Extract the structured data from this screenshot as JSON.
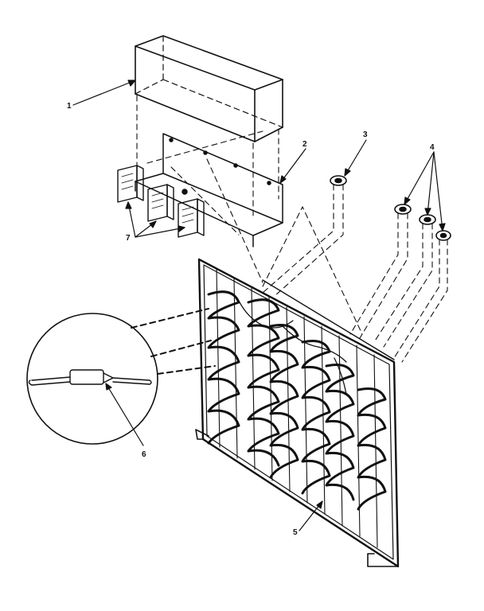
{
  "diagram": {
    "callouts": [
      {
        "id": "1",
        "text": "1",
        "part": "cover"
      },
      {
        "id": "2",
        "text": "2",
        "part": "bracket-plate"
      },
      {
        "id": "3",
        "text": "3",
        "part": "grommet"
      },
      {
        "id": "4",
        "text": "4",
        "part": "grommet-set"
      },
      {
        "id": "5",
        "text": "5",
        "part": "heater-grid"
      },
      {
        "id": "6",
        "text": "6",
        "part": "fuse-detail"
      },
      {
        "id": "7",
        "text": "7",
        "part": "terminal-blocks"
      }
    ]
  }
}
